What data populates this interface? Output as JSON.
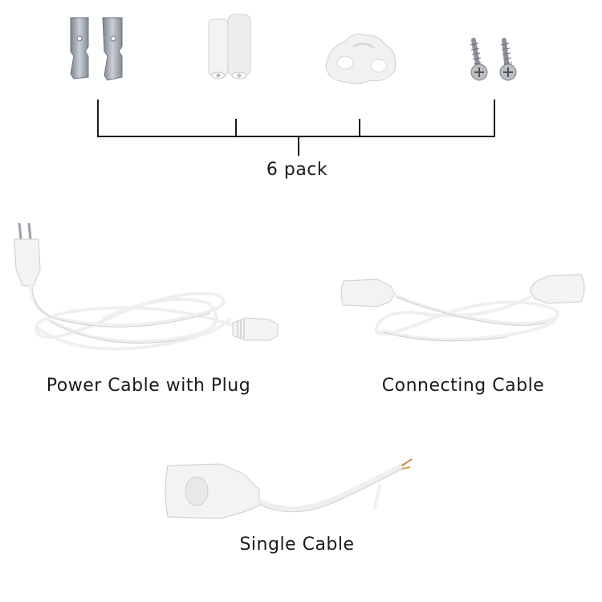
{
  "captions": {
    "pack": "6 pack",
    "power_cable": "Power Cable with Plug",
    "connecting_cable": "Connecting Cable",
    "single_cable": "Single Cable"
  },
  "colors": {
    "bracket_line": "#1a1a1a",
    "metal": "#9aa0a6",
    "plastic": "#f2f2f2",
    "cable": "#f7f7f7",
    "cable_shadow": "#cfcfcf"
  }
}
